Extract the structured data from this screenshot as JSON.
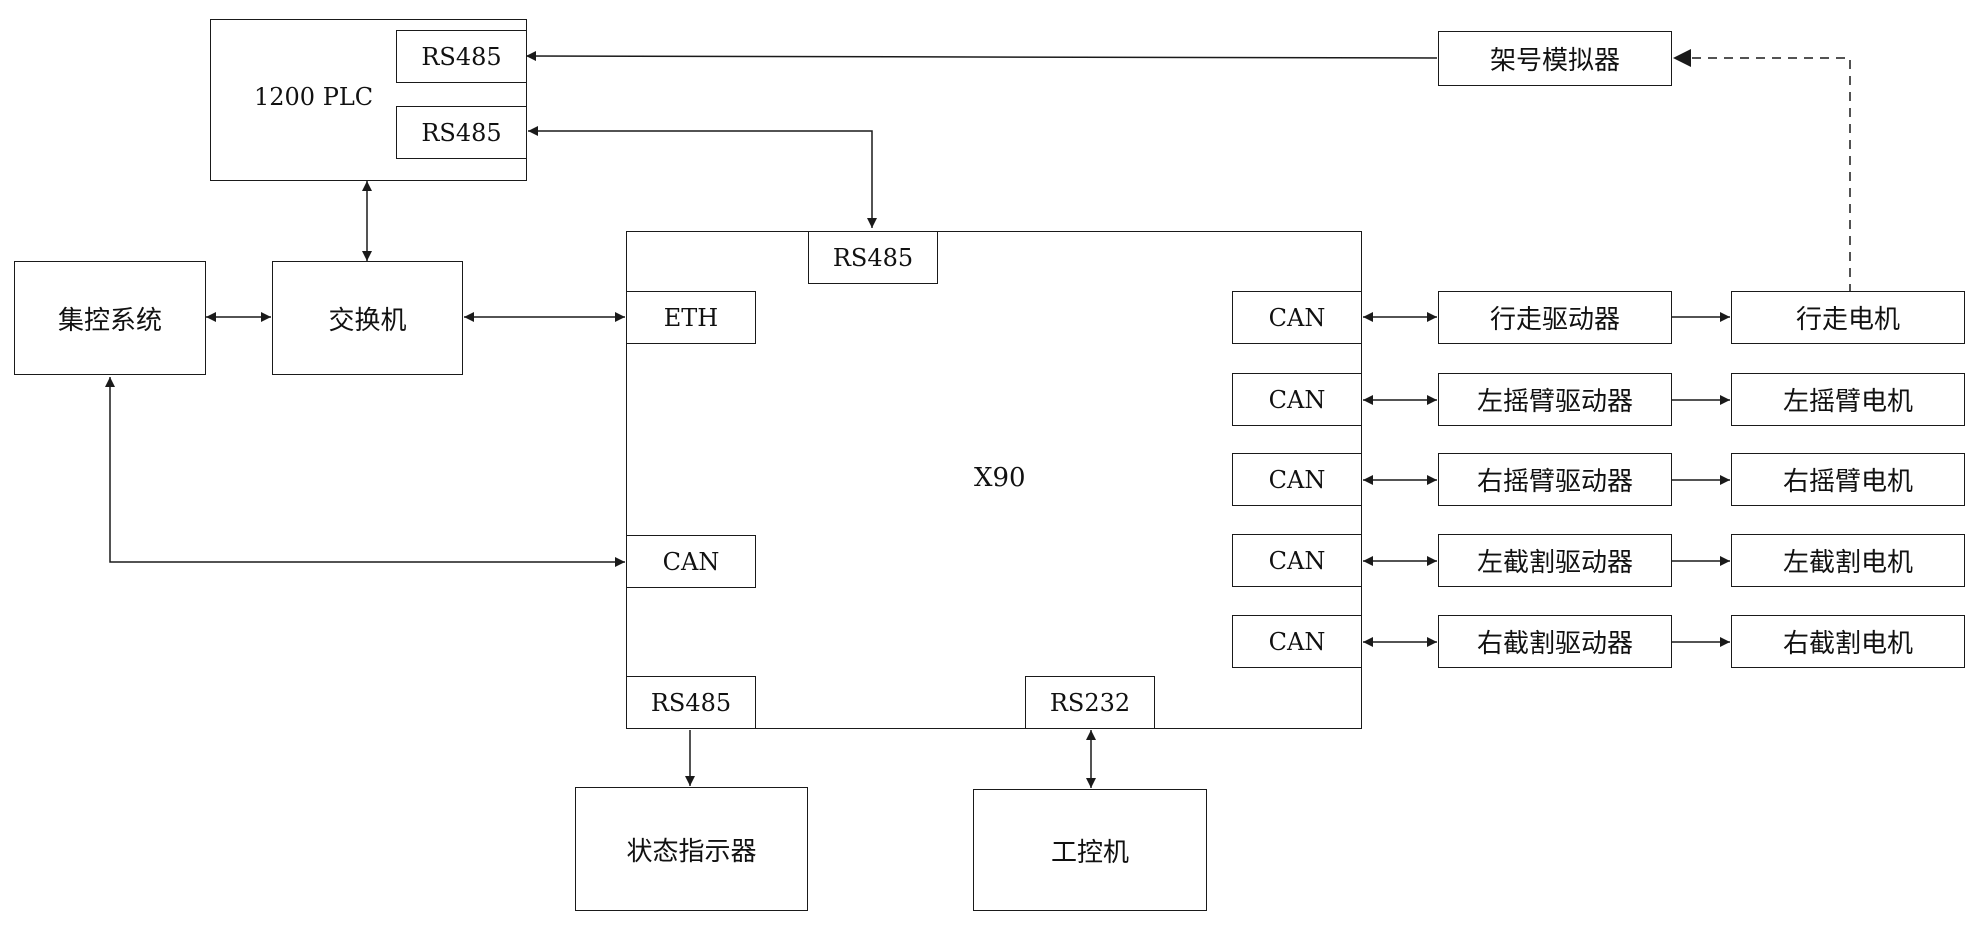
{
  "plc": {
    "label": "1200 PLC",
    "port_a": "RS485",
    "port_b": "RS485"
  },
  "central_control": "集控系统",
  "switch": "交换机",
  "rack_simulator": "架号模拟器",
  "x90": {
    "label": "X90",
    "port_top": "RS485",
    "port_eth": "ETH",
    "port_can_left": "CAN",
    "port_bottom_left": "RS485",
    "port_bottom_mid": "RS232",
    "can_ports": [
      "CAN",
      "CAN",
      "CAN",
      "CAN",
      "CAN"
    ]
  },
  "drivers": [
    "行走驱动器",
    "左摇臂驱动器",
    "右摇臂驱动器",
    "左截割驱动器",
    "右截割驱动器"
  ],
  "motors": [
    "行走电机",
    "左摇臂电机",
    "右摇臂电机",
    "左截割电机",
    "右截割电机"
  ],
  "status_indicator": "状态指示器",
  "industrial_pc": "工控机",
  "colors": {
    "stroke": "#1a1a1a",
    "text": "#111111",
    "background": "#ffffff"
  }
}
